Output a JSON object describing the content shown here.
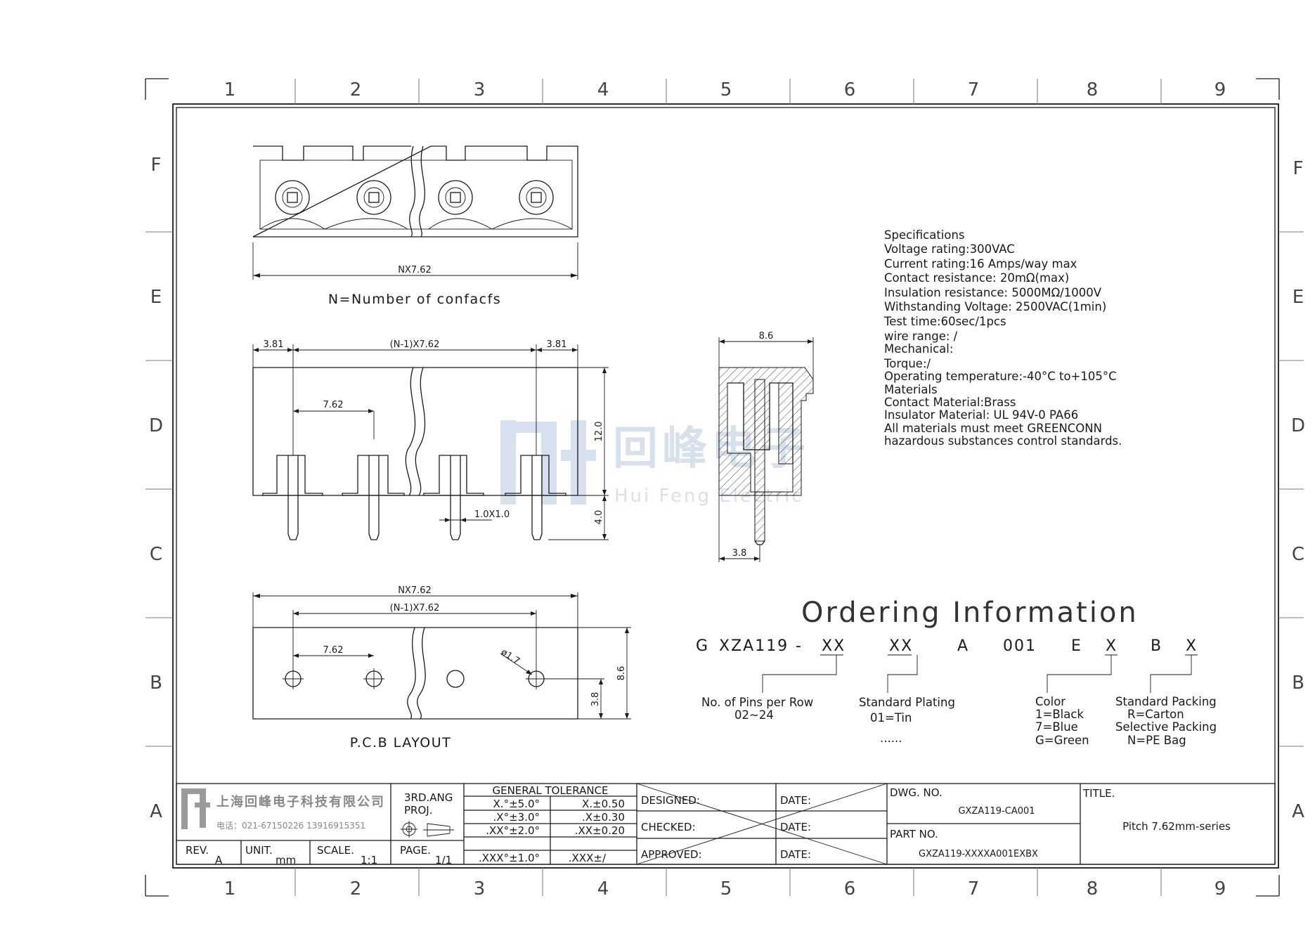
{
  "zones": {
    "columns": [
      "1",
      "2",
      "3",
      "4",
      "5",
      "6",
      "7",
      "8",
      "9"
    ],
    "rows": [
      "F",
      "E",
      "D",
      "C",
      "B",
      "A"
    ]
  },
  "watermark": {
    "cn": "回峰电子",
    "en": "Hui Feng Electric"
  },
  "top_view": {
    "overall_dim": "NX7.62",
    "caption": "N=Number of confacfs"
  },
  "front_view": {
    "edge_left": "3.81",
    "span": "(N-1)X7.62",
    "edge_right": "3.81",
    "pitch": "7.62",
    "height": "12.0",
    "pin_length": "4.0",
    "pin_section": "1.0X1.0"
  },
  "side_view": {
    "width": "8.6",
    "pin_offset": "3.8"
  },
  "pcb_layout": {
    "overall": "NX7.62",
    "span": "(N-1)X7.62",
    "pitch": "7.62",
    "hole": "ø1.7",
    "height": "8.6",
    "hole_offset": "3.8",
    "caption": "P.C.B LAYOUT"
  },
  "specifications": [
    "Specifications",
    "Voltage rating:300VAC",
    "Current rating:16 Amps/way max",
    "Contact resistance: 20mΩ(max)",
    "Insulation resistance: 5000MΩ/1000V",
    "Withstanding Voltage: 2500VAC(1min)",
    "Test time:60sec/1pcs",
    "wire range: /",
    "Mechanical:",
    "Torque:/",
    "Operating temperature:-40°C to+105°C",
    "Materials",
    "Contact Material:Brass",
    "Insulator Material: UL 94V-0 PA66",
    "All materials must meet GREENCONN",
    "hazardous substances control standards."
  ],
  "ordering": {
    "title": "Ordering Information",
    "code": [
      "G",
      "XZA119",
      "-",
      "XX",
      "XX",
      "A",
      "001",
      "E",
      "X",
      "B",
      "X"
    ],
    "pins_label": "No. of Pins per Row",
    "pins_range": "02~24",
    "plating_label": "Standard Plating",
    "plating_value": "01=Tin",
    "plating_more": "......",
    "color_label": "Color",
    "color_options": [
      "1=Black",
      "7=Blue",
      "G=Green"
    ],
    "packing_label": "Standard Packing",
    "packing_std": "R=Carton",
    "packing_sel_label": "Selective Packing",
    "packing_sel": "N=PE Bag"
  },
  "title_block": {
    "company": "上海回峰电子科技有限公司",
    "phone": "电话：021-67150226  13916915351",
    "rev_label": "REV.",
    "rev": "A",
    "unit_label": "UNIT.",
    "unit": "mm",
    "scale_label": "SCALE.",
    "scale": "1:1",
    "proj_label1": "3RD.ANG",
    "proj_label2": "PROJ.",
    "page_label": "PAGE.",
    "page": "1/1",
    "tol_title": "GENERAL TOLERANCE",
    "tol_rows": [
      [
        "X.°±5.0°",
        "X.±0.50"
      ],
      [
        ".X°±3.0°",
        ".X±0.30"
      ],
      [
        ".XX°±2.0°",
        ".XX±0.20"
      ],
      [
        ".XXX°±1.0°",
        ".XXX±/"
      ]
    ],
    "designed": "DESIGNED:",
    "checked": "CHECKED:",
    "approved": "APPROVED:",
    "date": "DATE:",
    "dwg_label": "DWG. NO.",
    "dwg_no": "GXZA119-CA001",
    "part_label": "PART NO.",
    "part_no": "GXZA119-XXXXA001EXBX",
    "title_label": "TITLE.",
    "title": "Pitch 7.62mm-series"
  }
}
